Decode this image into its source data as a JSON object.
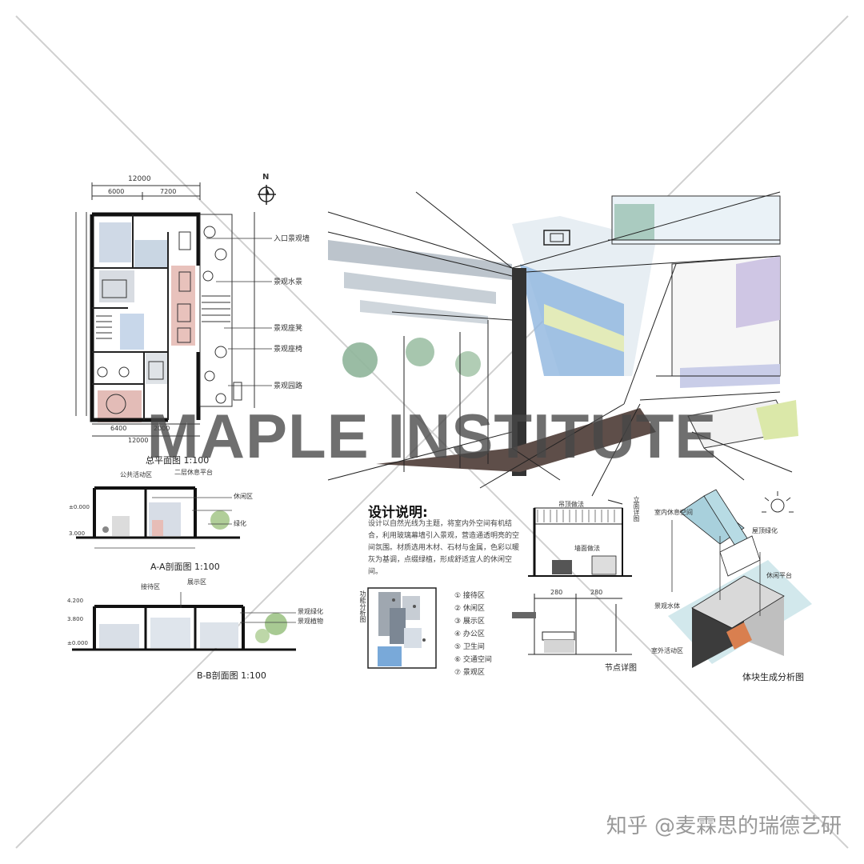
{
  "watermark": "MAPLE INSTITUTE",
  "credit": "知乎 @麦霖思的瑞德艺研",
  "north_arrow": "N",
  "plan": {
    "title": "总平面图 1:100",
    "dim_top_total": "12000",
    "dim_top_left": "6000",
    "dim_top_right": "7200",
    "dim_bottom_left": "6400",
    "dim_bottom_mid": "2000",
    "dim_bottom_total": "12000",
    "callouts": [
      "入口景观墙",
      "景观水景",
      "景观座凳",
      "景观座椅",
      "景观园路"
    ]
  },
  "section_aa": {
    "title": "A-A剖面图 1:100",
    "callouts": [
      "公共活动区",
      "二层休息平台",
      "休闲区",
      "绿化"
    ],
    "levels": [
      "±0.000",
      "3.000"
    ]
  },
  "section_bb": {
    "title": "B-B剖面图 1:100",
    "callouts": [
      "接待区",
      "展示区",
      "景观绿化",
      "景观植物"
    ],
    "levels": [
      "4.200",
      "3.800",
      "±0.000"
    ]
  },
  "design": {
    "heading": "设计说明:",
    "notes": "设计以自然光线为主题，将室内外空间有机结合，利用玻璃幕墙引入景观，营造通透明亮的空间氛围。材质选用木材、石材与金属，色彩以暖灰为基调，点缀绿植，形成舒适宜人的休闲空间。"
  },
  "legend": {
    "side_title": "功能分析图",
    "items": [
      "① 接待区",
      "② 休闲区",
      "③ 展示区",
      "④ 办公区",
      "⑤ 卫生间",
      "⑥ 交通空间",
      "⑦ 景观区"
    ]
  },
  "detail": {
    "title": "节点详图",
    "side_label": "立面详图",
    "callouts": [
      "吊顶做法",
      "墙面做法"
    ],
    "dims": [
      "280",
      "280"
    ]
  },
  "axon": {
    "title": "体块生成分析图",
    "callouts": [
      "室内休息空间",
      "屋顶绿化",
      "休闲平台",
      "景观水体",
      "室外活动区"
    ]
  }
}
